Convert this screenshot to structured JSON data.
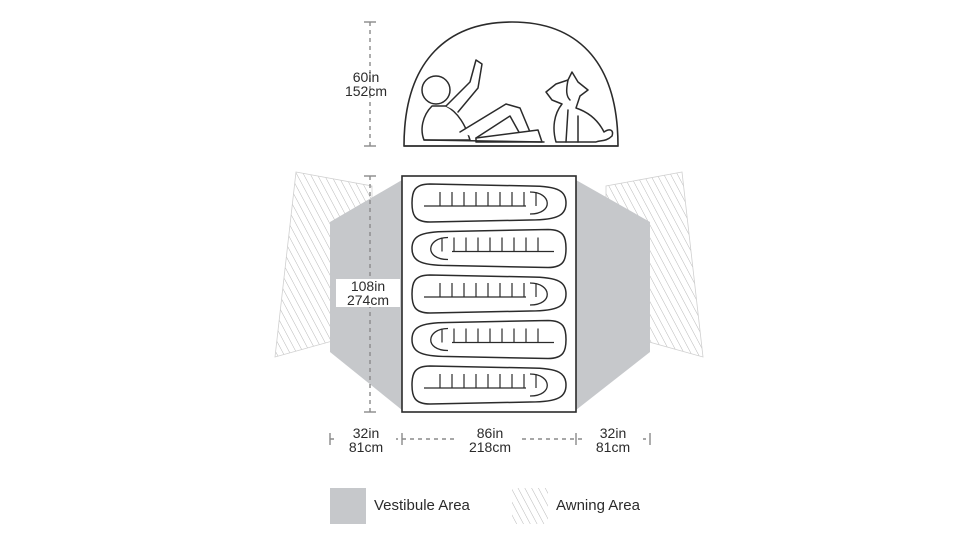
{
  "dimensions": {
    "peak_height": {
      "imperial": "60in",
      "metric": "152cm"
    },
    "floor_length": {
      "imperial": "108in",
      "metric": "274cm"
    },
    "left_vestibule": {
      "imperial": "32in",
      "metric": "81cm"
    },
    "floor_width": {
      "imperial": "86in",
      "metric": "218cm"
    },
    "right_vestibule": {
      "imperial": "32in",
      "metric": "81cm"
    }
  },
  "sleeping_pad_count": 5,
  "legend": {
    "vestibule_label": "Vestibule Area",
    "awning_label": "Awning Area"
  },
  "colors": {
    "vestibule_fill": "#c6c8cb",
    "outline": "#2b2b2b",
    "dim_line": "#8a8a8a"
  }
}
